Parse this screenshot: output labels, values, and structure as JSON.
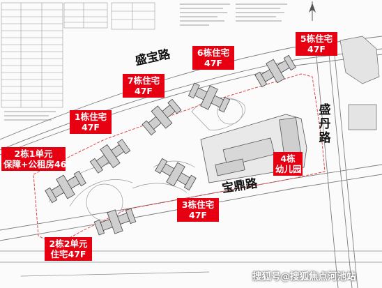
{
  "roads": {
    "shengbao": "盛宝路",
    "shengdan": "盛丹路",
    "baoding": "宝鼎路"
  },
  "buildings": {
    "b5": {
      "line1": "5栋住宅",
      "line2": "47F"
    },
    "b6": {
      "line1": "6栋住宅",
      "line2": "47F"
    },
    "b7": {
      "line1": "7栋住宅",
      "line2": "47F"
    },
    "b1": {
      "line1": "1栋住宅",
      "line2": "47F"
    },
    "b2u1": {
      "line1": "2栋1单元",
      "line2": "保障+公租房46F"
    },
    "b4": {
      "line1": "4栋",
      "line2": "幼儿园"
    },
    "b3": {
      "line1": "3栋住宅",
      "line2": "47F"
    },
    "b2u2": {
      "line1": "2栋2单元",
      "line2": "住宅47F"
    }
  },
  "watermark": "搜狐号@搜狐焦点河池站",
  "colors": {
    "label_bg": "#e60012",
    "label_text": "#ffffff",
    "plan_line": "#8a8a8a",
    "background": "#fbfbfb"
  }
}
